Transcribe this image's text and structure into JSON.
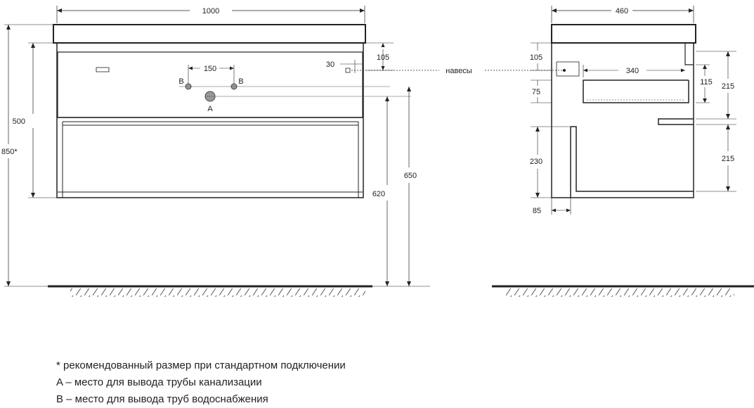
{
  "front_view": {
    "width_label": "1000",
    "hole_spacing_label": "150",
    "hole_b_left_label": "B",
    "hole_b_right_label": "B",
    "hole_a_label": "A",
    "hinge_offset_top_label": "105",
    "hinge_offset_side_label": "30",
    "cabinet_height_label": "500",
    "total_height_label": "850*",
    "drain_height_label": "650",
    "supply_height_label": "620"
  },
  "hinges_label": "навесы",
  "side_view": {
    "depth_label": "460",
    "hinge_top_label": "105",
    "hinge_depth_label": "340",
    "drawer_top_gap_label": "75",
    "bracket_height_label": "115",
    "shelf_gap_upper_label": "215",
    "lower_cavity_label": "230",
    "shelf_gap_lower_label": "215",
    "wall_gap_label": "85"
  },
  "notes": [
    "* рекомендованный размер при стандартном подключении",
    "A – место для вывода трубы канализации",
    "B – место для вывода труб водоснабжения"
  ]
}
